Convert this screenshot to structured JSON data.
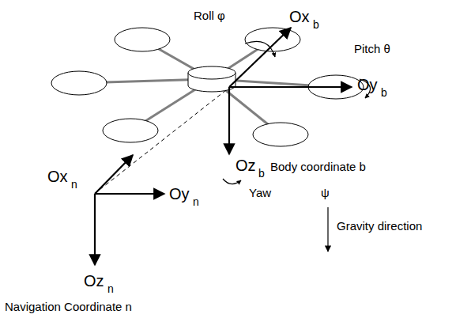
{
  "diagram": {
    "labels": [
      "Ox",
      "b",
      "Roll φ",
      "Pitch θ",
      "Oy",
      "b",
      "Oz",
      "b",
      "Body coordinate b",
      "Ox",
      "n",
      "Oy",
      "n",
      "Yaw",
      "ψ",
      "Gravity direction",
      "Oz",
      "n",
      "Navigation Coordinate n"
    ]
  }
}
